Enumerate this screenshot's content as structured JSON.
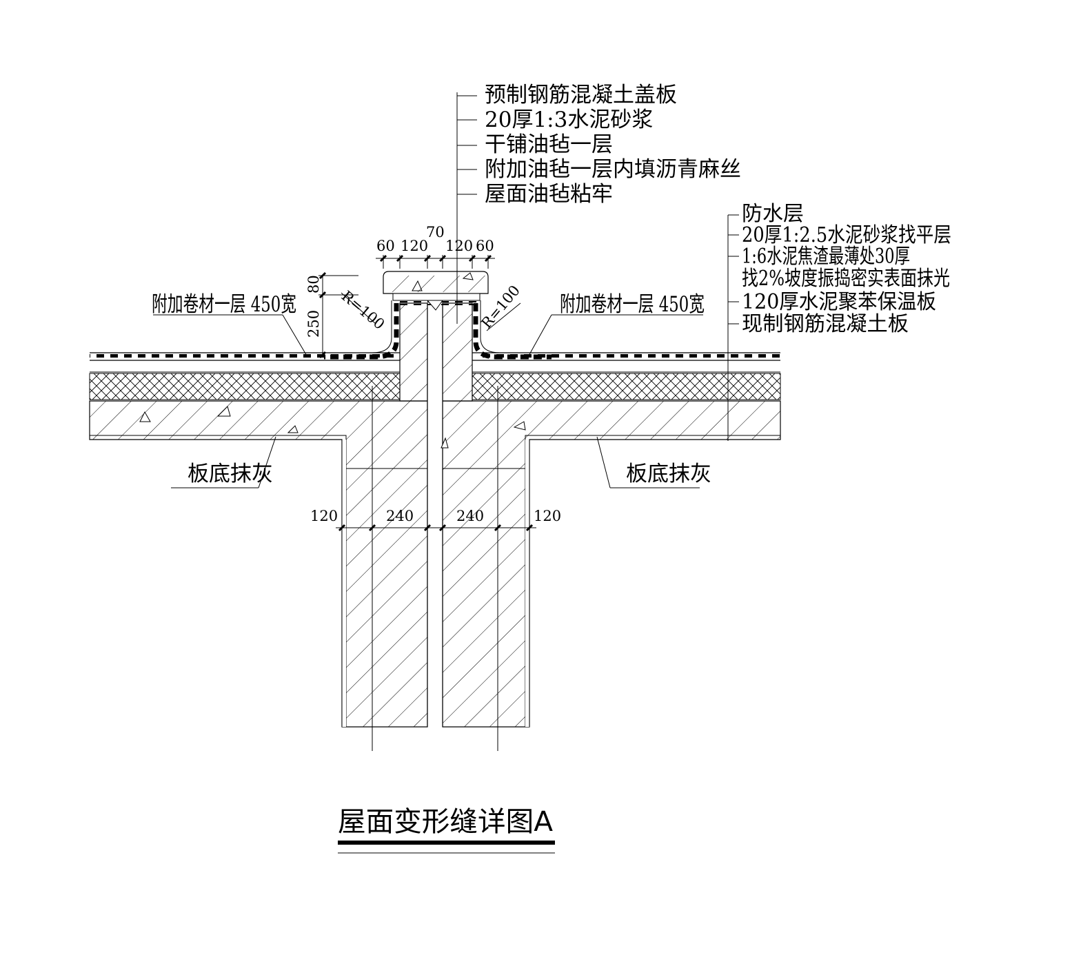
{
  "title": "屋面变形缝详图A",
  "cap_labels": [
    "预制钢筋混凝土盖板",
    "20厚1:3水泥砂浆",
    "干铺油毡一层",
    "附加油毡一层内填沥青麻丝",
    "屋面油毡粘牢"
  ],
  "roof_labels": [
    "防水层",
    "20厚1:2.5水泥砂浆找平层",
    "1:6水泥焦渣最薄处30厚",
    "找2%坡度振捣密实表面抹光",
    "120厚水泥聚苯保温板",
    "现制钢筋混凝土板"
  ],
  "extra_membrane": {
    "left": "附加卷材一层 450宽",
    "right": "附加卷材一层 450宽"
  },
  "ceiling_plaster": {
    "left": "板底抹灰",
    "right": "板底抹灰"
  },
  "dims_top": [
    "60",
    "120",
    "70",
    "120",
    "60"
  ],
  "dims_vertical": [
    "80",
    "250"
  ],
  "radius": {
    "left": "R=100",
    "right": "R=100"
  },
  "dims_wall": [
    "120",
    "240",
    "240",
    "120"
  ],
  "colors": {
    "line": "#000000",
    "background": "#ffffff"
  }
}
